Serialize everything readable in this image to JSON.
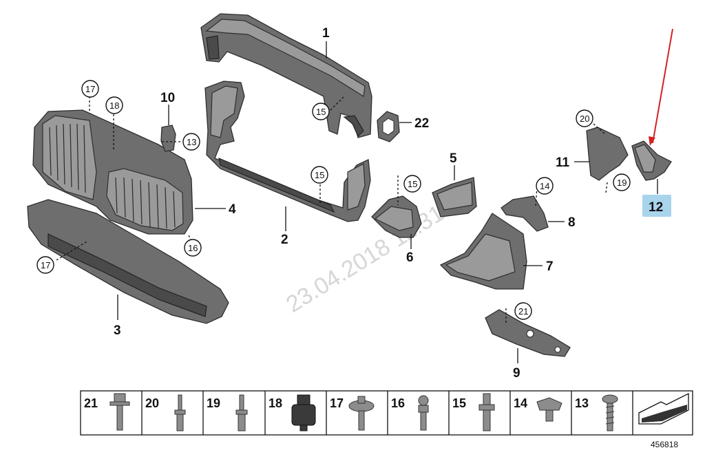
{
  "watermark": "23.04.2018 11:31:13",
  "diagram_number": "456818",
  "highlight_color": "#a8d4ec",
  "arrow_color": "#d42020",
  "part_labels": [
    "1",
    "2",
    "3",
    "4",
    "5",
    "6",
    "7",
    "8",
    "9",
    "10",
    "11",
    "12",
    "22"
  ],
  "circle_labels": {
    "c17a": "17",
    "c18": "18",
    "c13": "13",
    "c16": "16",
    "c17b": "17",
    "c15a": "15",
    "c15b": "15",
    "c15c": "15",
    "c14": "14",
    "c21": "21",
    "c20": "20",
    "c19": "19"
  },
  "fastener_table": [
    "21",
    "20",
    "19",
    "18",
    "17",
    "16",
    "15",
    "14",
    "13"
  ]
}
